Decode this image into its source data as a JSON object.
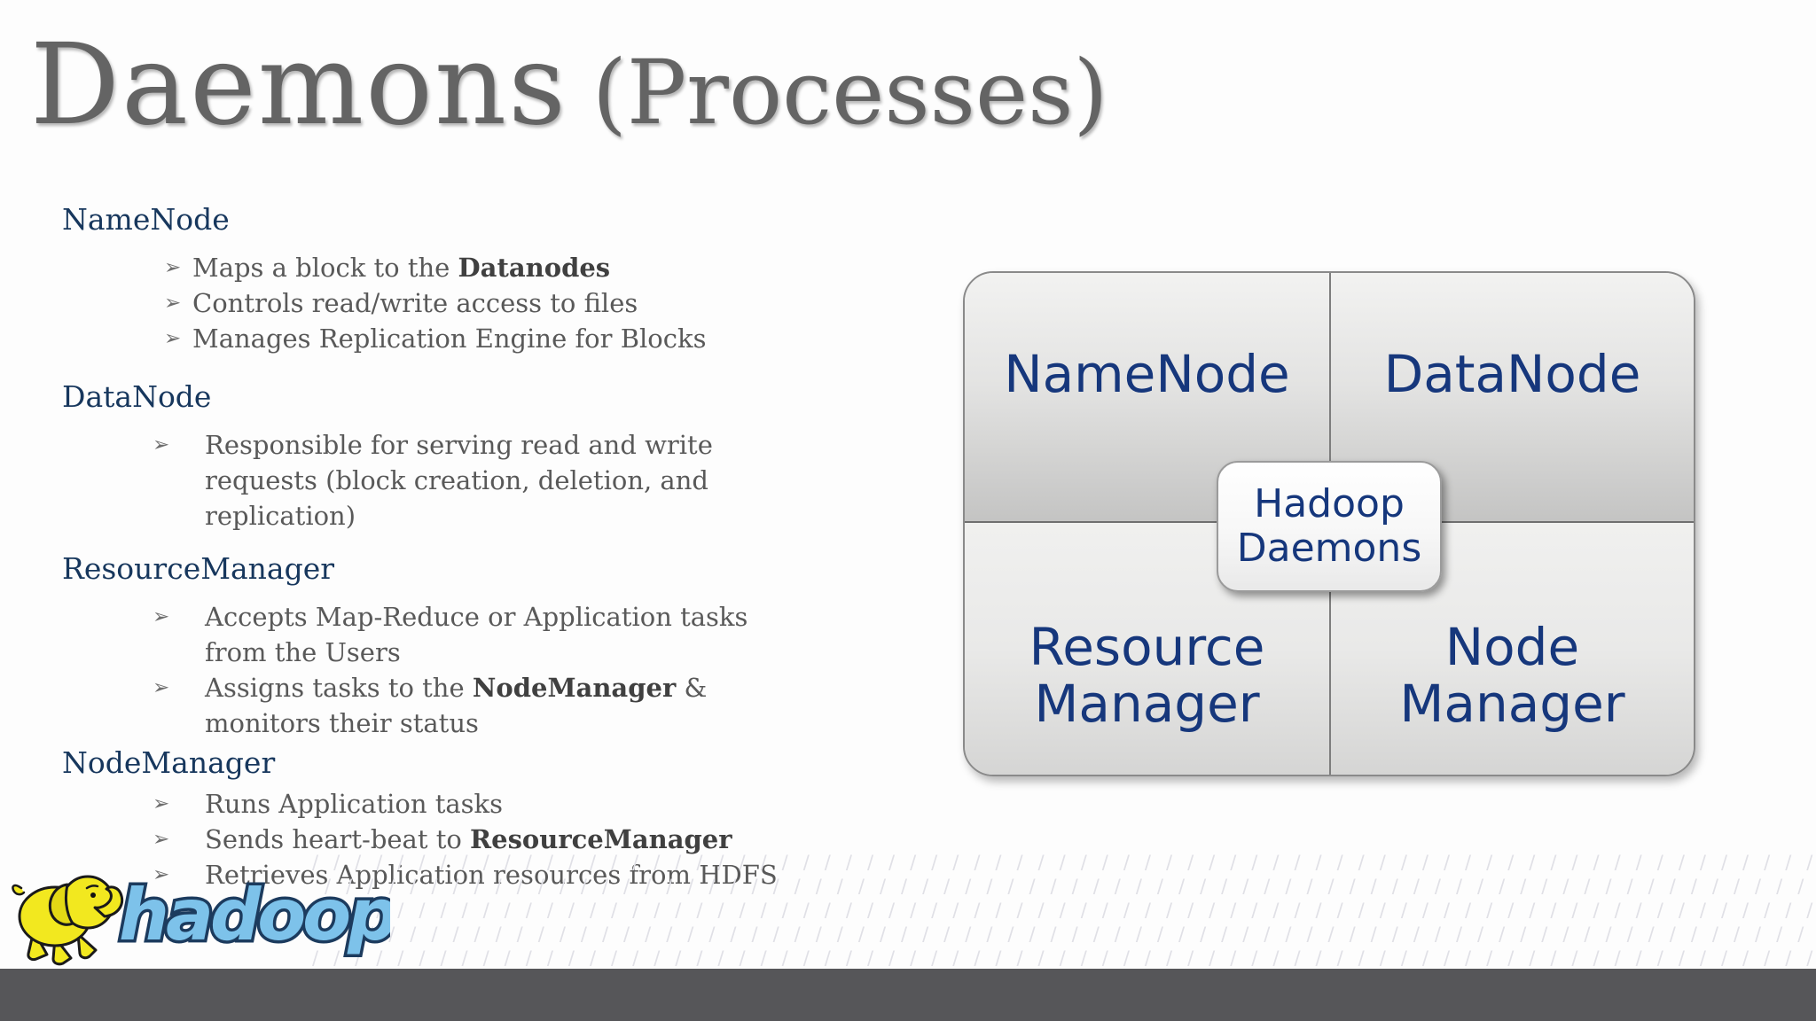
{
  "title": {
    "main": "Daemons",
    "sub": "(Processes)"
  },
  "bullet_glyph": "➢",
  "sections": [
    {
      "heading": "NameNode",
      "tight": true,
      "bullets": [
        {
          "lines": [
            [
              {
                "text": "Maps a block to the ",
                "bold": false
              },
              {
                "text": "Datanodes",
                "bold": true
              }
            ]
          ]
        },
        {
          "lines": [
            [
              {
                "text": "Controls read/write access to files",
                "bold": false
              }
            ]
          ]
        },
        {
          "lines": [
            [
              {
                "text": "Manages Replication Engine for Blocks",
                "bold": false
              }
            ]
          ]
        }
      ]
    },
    {
      "heading": "DataNode",
      "tight": false,
      "bullets": [
        {
          "lines": [
            [
              {
                "text": "Responsible for serving read and write",
                "bold": false
              }
            ],
            [
              {
                "text": "requests (block creation, deletion, and",
                "bold": false
              }
            ],
            [
              {
                "text": "replication)",
                "bold": false
              }
            ]
          ]
        }
      ]
    },
    {
      "heading": "ResourceManager",
      "tight": false,
      "bullets": [
        {
          "lines": [
            [
              {
                "text": "Accepts Map-Reduce or Application tasks",
                "bold": false
              }
            ],
            [
              {
                "text": "from the Users",
                "bold": false
              }
            ]
          ]
        },
        {
          "lines": [
            [
              {
                "text": "Assigns tasks to the ",
                "bold": false
              },
              {
                "text": "NodeManager",
                "bold": true
              },
              {
                "text": " &",
                "bold": false
              }
            ],
            [
              {
                "text": "monitors their status",
                "bold": false
              }
            ]
          ]
        }
      ]
    },
    {
      "heading": "NodeManager",
      "tight": false,
      "bullets": [
        {
          "lines": [
            [
              {
                "text": "Runs Application tasks",
                "bold": false
              }
            ]
          ]
        },
        {
          "lines": [
            [
              {
                "text": "Sends heart-beat to ",
                "bold": false
              },
              {
                "text": "ResourceManager",
                "bold": true
              }
            ]
          ]
        },
        {
          "lines": [
            [
              {
                "text": "Retrieves Application resources from HDFS",
                "bold": false
              }
            ]
          ]
        }
      ]
    }
  ],
  "diagram": {
    "quadrants": [
      {
        "lines": [
          "NameNode"
        ]
      },
      {
        "lines": [
          "DataNode"
        ]
      },
      {
        "lines": [
          "Resource",
          "Manager"
        ]
      },
      {
        "lines": [
          "Node",
          "Manager"
        ]
      }
    ],
    "center": {
      "line1": "Hadoop",
      "line2": "Daemons"
    },
    "text_color": "#16377C"
  },
  "logo": {
    "text": "hadoop",
    "icon": "hadoop-elephant-icon",
    "elephant_color": "#F2E81F",
    "text_fill": "#7DC2EA",
    "text_outline": "#1C3B5E"
  },
  "colors": {
    "title_gray": "#646464",
    "heading_navy": "#17375D",
    "body_gray": "#595959",
    "footer_gray": "#565659",
    "box_border": "#8A8A8A"
  }
}
